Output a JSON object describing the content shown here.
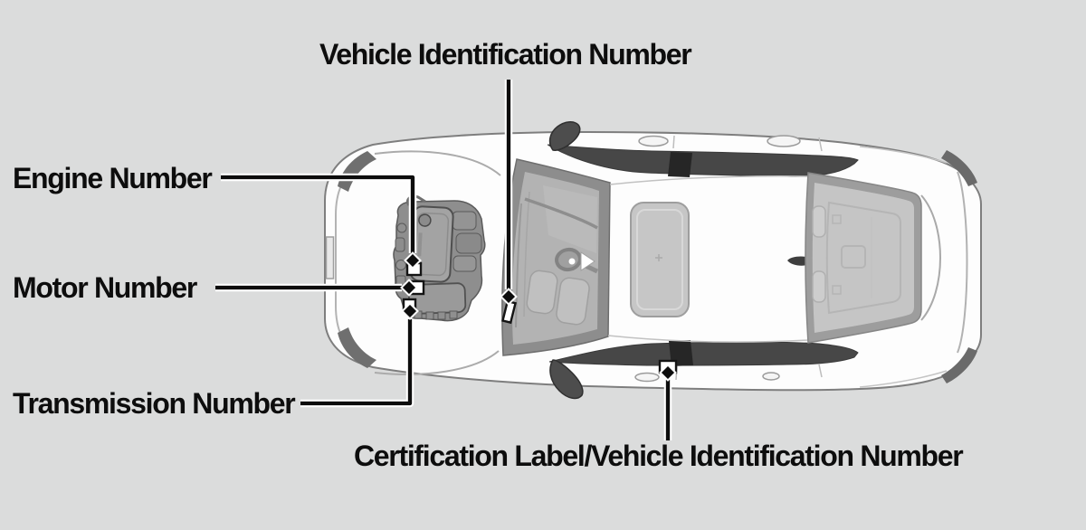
{
  "page": {
    "background_color": "#dbdcdc",
    "illustration": "sedan-top-view"
  },
  "colors": {
    "background": "#dbdcdc",
    "label_text": "#0d0d0d",
    "callout_line": "#0d0d0d",
    "callout_line_casing": "#ffffff",
    "marker_fill": "#0d0d0d",
    "marker_outline": "#ffffff",
    "car_body": "#fdfdfd",
    "glass": "#b3b3b3",
    "window_band": "#474747"
  },
  "markers": {
    "shape": "diamond",
    "count": 5
  },
  "callouts": {
    "vin_top": {
      "label": "Vehicle Identification Number"
    },
    "engine": {
      "label": "Engine Number"
    },
    "motor": {
      "label": "Motor Number"
    },
    "transmission": {
      "label": "Transmission Number"
    },
    "certification": {
      "label": "Certification Label/Vehicle Identification Number"
    }
  }
}
